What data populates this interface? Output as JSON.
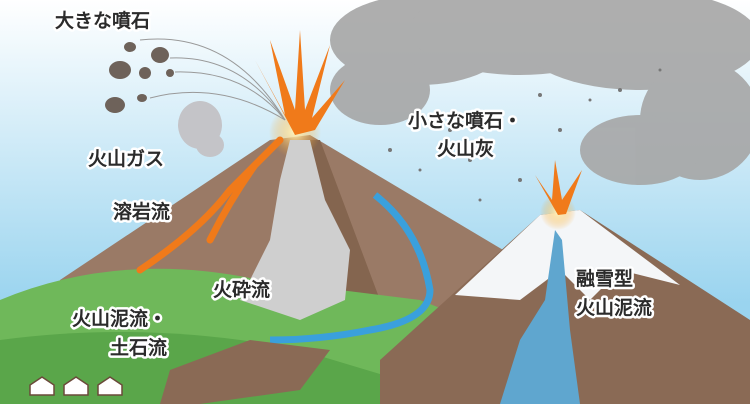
{
  "labels": {
    "large_ejecta": "大きな噴石",
    "volcanic_gas": "火山ガス",
    "lava_flow": "溶岩流",
    "pyroclastic_flow": "火砕流",
    "lahar_line1": "火山泥流・",
    "lahar_line2": "土石流",
    "small_ejecta_line1": "小さな噴石・",
    "small_ejecta_line2": "火山灰",
    "snowmelt_lahar_line1": "融雪型",
    "snowmelt_lahar_line2": "火山泥流"
  },
  "colors": {
    "sky_top": "#ffffff",
    "sky_bottom": "#8fd0ee",
    "mountain": "#9a7a66",
    "mountain_dark": "#7d5f4d",
    "lava": "#f07a1a",
    "water": "#3aa0dc",
    "grass": "#6fb85a",
    "snow": "#f4f6f8",
    "ash": "#9a9a9a"
  }
}
